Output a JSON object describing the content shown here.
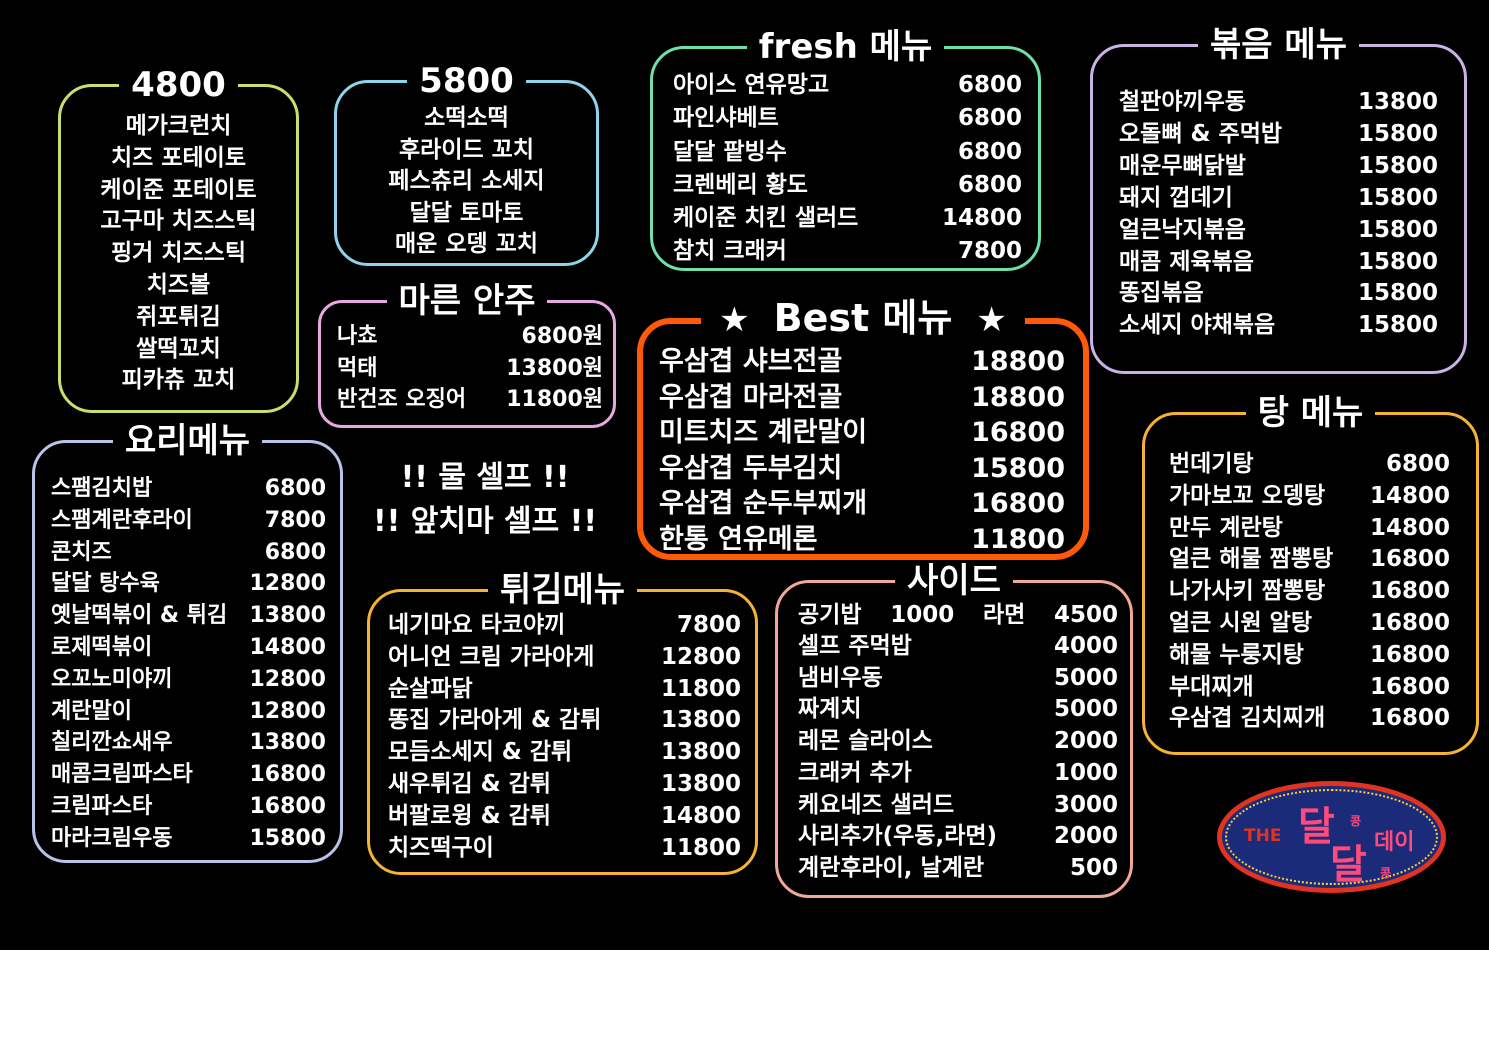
{
  "sections": {
    "p4800": {
      "title": "4800",
      "color": "#c8e06a",
      "items": [
        "메가크런치",
        "치즈 포테이토",
        "케이준 포테이토",
        "고구마 치즈스틱",
        "핑거 치즈스틱",
        "치즈볼",
        "쥐포튀김",
        "쌀떡꼬치",
        "피카츄 꼬치"
      ]
    },
    "p5800": {
      "title": "5800",
      "color": "#8fd3ec",
      "items": [
        "소떡소떡",
        "후라이드 꼬치",
        "페스츄리 소세지",
        "달달 토마토",
        "매운 오뎅 꼬치"
      ]
    },
    "fresh": {
      "title": "fresh 메뉴",
      "color": "#6fe0a8",
      "items": [
        {
          "name": "아이스 연유망고",
          "price": "6800"
        },
        {
          "name": "파인샤베트",
          "price": "6800"
        },
        {
          "name": "달달 팥빙수",
          "price": "6800"
        },
        {
          "name": "크렌베리 황도",
          "price": "6800"
        },
        {
          "name": "케이준 치킨 샐러드",
          "price": "14800"
        },
        {
          "name": "참치 크래커",
          "price": "7800"
        }
      ]
    },
    "bokkeum": {
      "title": "볶음 메뉴",
      "color": "#c9b3e6",
      "items": [
        {
          "name": "철판야끼우동",
          "price": "13800"
        },
        {
          "name": "오돌뼈 & 주먹밥",
          "price": "15800"
        },
        {
          "name": "매운무뼈닭발",
          "price": "15800"
        },
        {
          "name": "돼지 껍데기",
          "price": "15800"
        },
        {
          "name": "얼큰낙지볶음",
          "price": "15800"
        },
        {
          "name": "매콤 제육볶음",
          "price": "15800"
        },
        {
          "name": "똥집볶음",
          "price": "15800"
        },
        {
          "name": "소세지 야채볶음",
          "price": "15800"
        }
      ]
    },
    "dry": {
      "title": "마른 안주",
      "color": "#e6a8e0",
      "items": [
        {
          "name": "나쵸",
          "price": "6800원"
        },
        {
          "name": "먹태",
          "price": "13800원"
        },
        {
          "name": "반건조 오징어",
          "price": "11800원"
        }
      ]
    },
    "best": {
      "title": "Best 메뉴",
      "star": "★",
      "color": "#ff5a0a",
      "items": [
        {
          "name": "우삼겹 샤브전골",
          "price": "18800"
        },
        {
          "name": "우삼겹 마라전골",
          "price": "18800"
        },
        {
          "name": "미트치즈 계란말이",
          "price": "16800"
        },
        {
          "name": "우삼겹 두부김치",
          "price": "15800"
        },
        {
          "name": "우삼겹 순두부찌개",
          "price": "16800"
        },
        {
          "name": "한통 연유메론",
          "price": "11800"
        }
      ]
    },
    "tang": {
      "title": "탕 메뉴",
      "color": "#f5b335",
      "items": [
        {
          "name": "번데기탕",
          "price": "6800"
        },
        {
          "name": "가마보꼬 오뎅탕",
          "price": "14800"
        },
        {
          "name": "만두 계란탕",
          "price": "14800"
        },
        {
          "name": "얼큰 해물 짬뽕탕",
          "price": "16800"
        },
        {
          "name": "나가사키 짬뽕탕",
          "price": "16800"
        },
        {
          "name": "얼큰 시원 알탕",
          "price": "16800"
        },
        {
          "name": "해물 누룽지탕",
          "price": "16800"
        },
        {
          "name": "부대찌개",
          "price": "16800"
        },
        {
          "name": "우삼겹 김치찌개",
          "price": "16800"
        }
      ]
    },
    "yori": {
      "title": "요리메뉴",
      "color": "#b8c3e8",
      "items": [
        {
          "name": "스팸김치밥",
          "price": "6800"
        },
        {
          "name": "스팸계란후라이",
          "price": "7800"
        },
        {
          "name": "콘치즈",
          "price": "6800"
        },
        {
          "name": "달달 탕수육",
          "price": "12800"
        },
        {
          "name": "옛날떡볶이 & 튀김",
          "price": "13800"
        },
        {
          "name": "로제떡볶이",
          "price": "14800"
        },
        {
          "name": "오꼬노미야끼",
          "price": "12800"
        },
        {
          "name": "계란말이",
          "price": "12800"
        },
        {
          "name": "칠리깐쇼새우",
          "price": "13800"
        },
        {
          "name": "매콤크림파스타",
          "price": "16800"
        },
        {
          "name": "크림파스타",
          "price": "16800"
        },
        {
          "name": "마라크림우동",
          "price": "15800"
        }
      ]
    },
    "twigim": {
      "title": "튀김메뉴",
      "color": "#f5b335",
      "items": [
        {
          "name": "네기마요 타코야끼",
          "price": "7800"
        },
        {
          "name": "어니언 크림 가라아게",
          "price": "12800"
        },
        {
          "name": "순살파닭",
          "price": "11800"
        },
        {
          "name": "똥집 가라아게 & 감튀",
          "price": "13800"
        },
        {
          "name": "모듬소세지 & 감튀",
          "price": "13800"
        },
        {
          "name": "새우튀김 & 감튀",
          "price": "13800"
        },
        {
          "name": "버팔로윙 & 감튀",
          "price": "14800"
        },
        {
          "name": "치즈떡구이",
          "price": "11800"
        }
      ]
    },
    "side": {
      "title": "사이드",
      "color": "#f0a898",
      "first": {
        "name": "공기밥",
        "price": "1000",
        "name2": "라면",
        "price2": "4500"
      },
      "items": [
        {
          "name": "셀프 주먹밥",
          "price": "4000"
        },
        {
          "name": "냄비우동",
          "price": "5000"
        },
        {
          "name": "짜계치",
          "price": "5000"
        },
        {
          "name": "레몬 슬라이스",
          "price": "2000"
        },
        {
          "name": "크래커 추가",
          "price": "1000"
        },
        {
          "name": "케요네즈 샐러드",
          "price": "3000"
        },
        {
          "name": "사리추가(우동,라면)",
          "price": "2000"
        },
        {
          "name": "계란후라이, 날계란",
          "price": "500"
        }
      ]
    }
  },
  "self_notes": {
    "water": "!! 물 셀프 !!",
    "apron": "!! 앞치마 셀프 !!"
  },
  "logo": {
    "the": "THE",
    "dal": "달",
    "kong": "콩",
    "day": "데이"
  }
}
